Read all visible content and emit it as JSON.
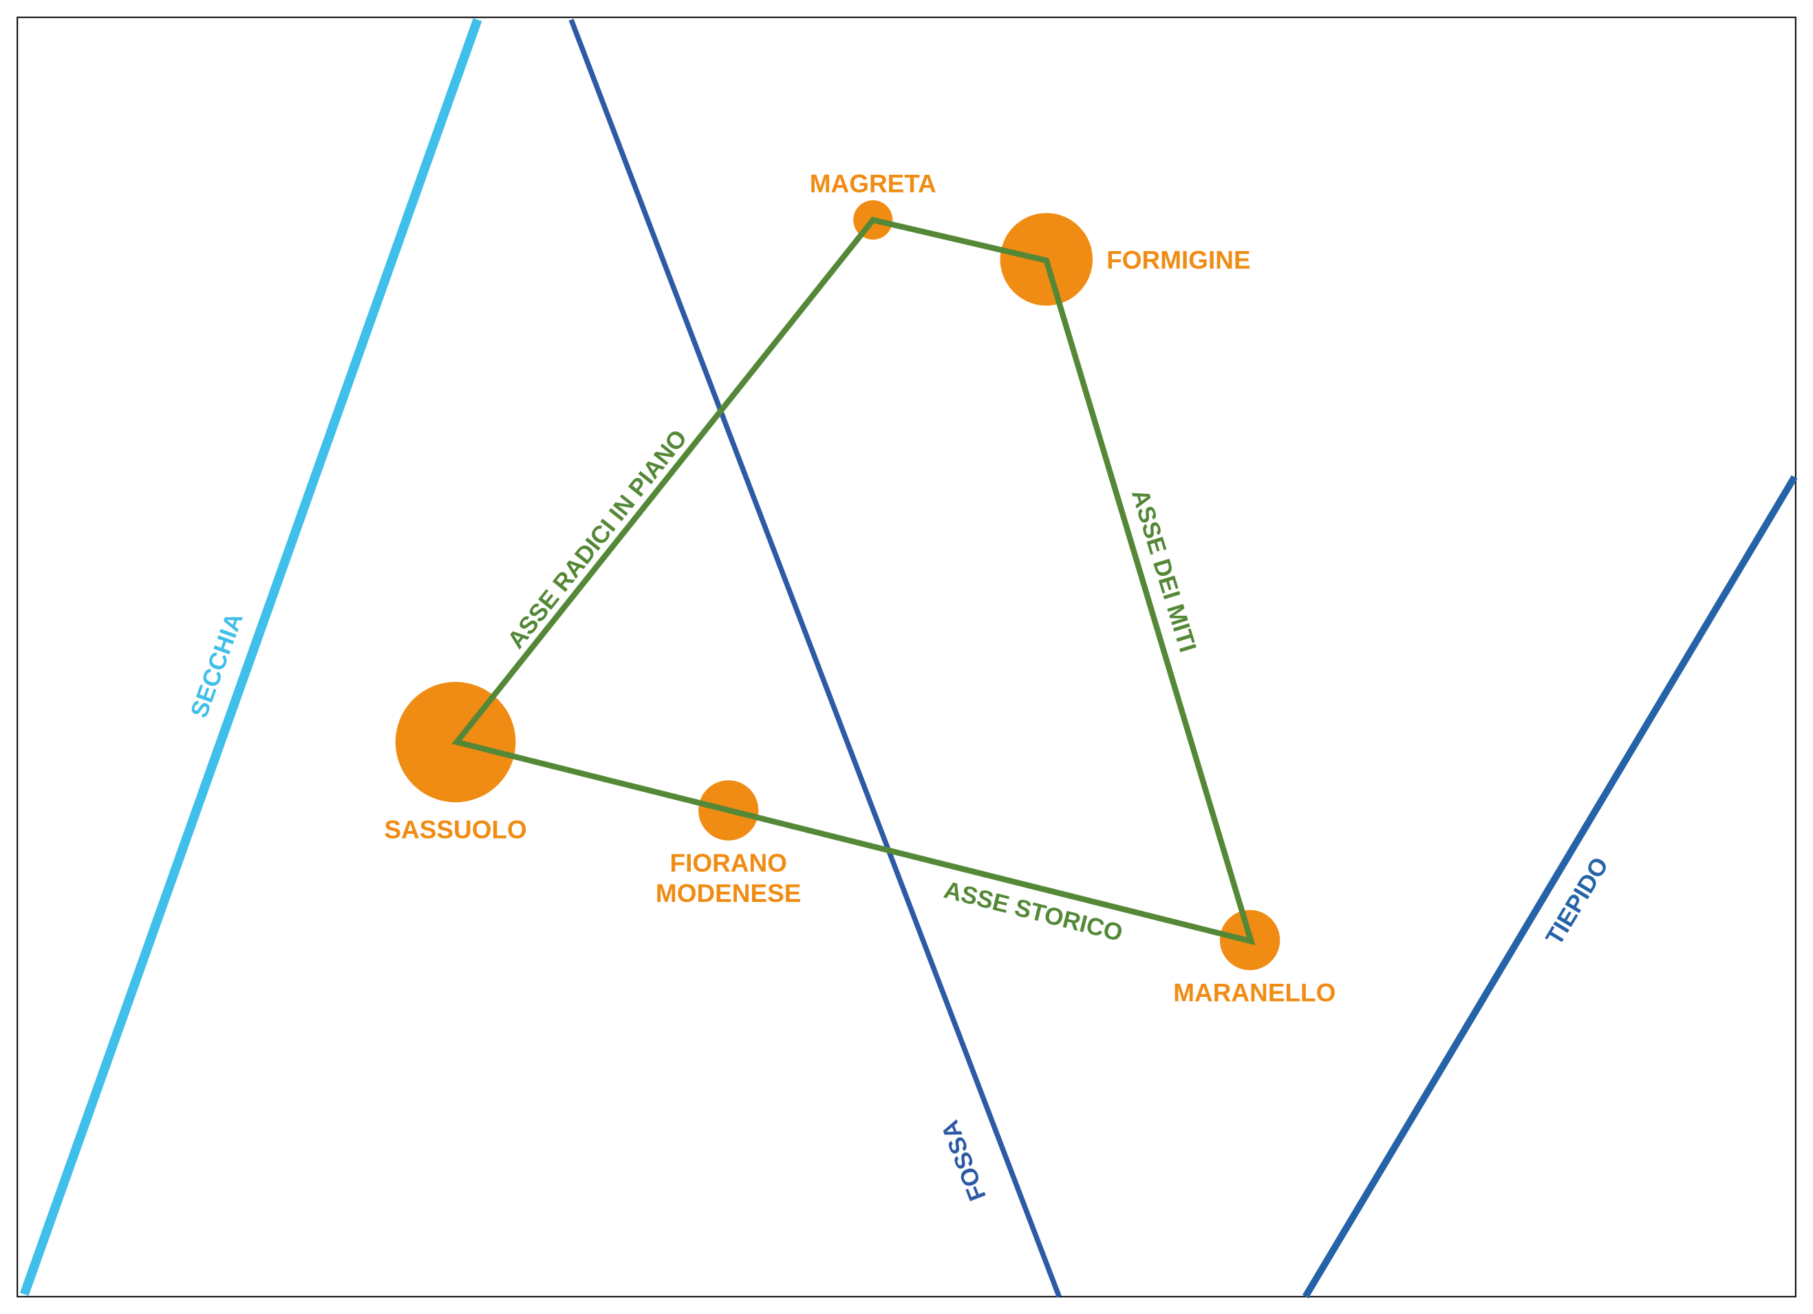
{
  "colors": {
    "town": "#f08c14",
    "axis": "#548837",
    "secchia": "#3fbfea",
    "fossa": "#2e5aa5",
    "tiepido": "#2563a8",
    "frame": "#000000"
  },
  "rivers": {
    "secchia": "SECCHIA",
    "fossa": "FOSSA",
    "tiepido": "TIEPIDO"
  },
  "towns": {
    "magreta": "MAGRETA",
    "formigine": "FORMIGINE",
    "sassuolo": "SASSUOLO",
    "fiorano_line1": "FIORANO",
    "fiorano_line2": "MODENESE",
    "maranello": "MARANELLO"
  },
  "axes": {
    "radici": "ASSE RADICI IN PIANO",
    "miti": "ASSE DEI MITI",
    "storico": "ASSE STORICO"
  }
}
